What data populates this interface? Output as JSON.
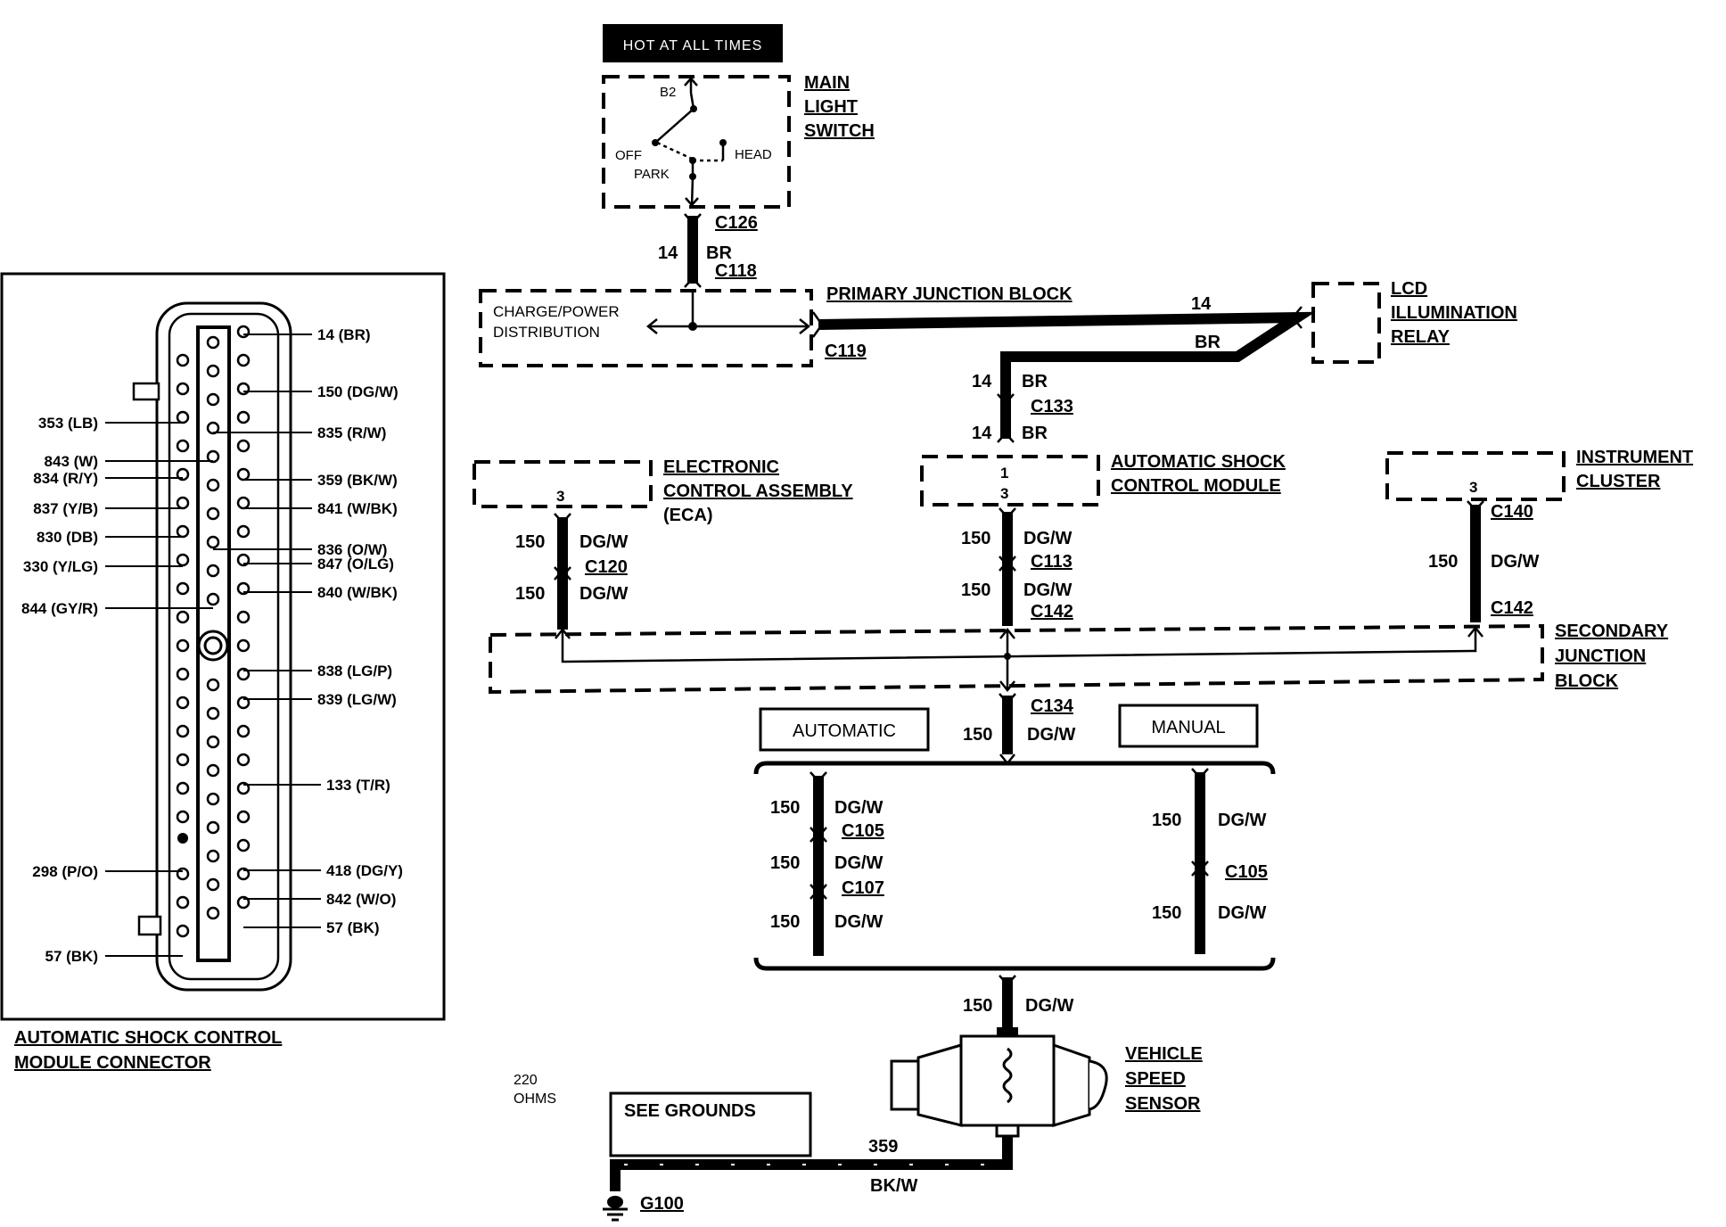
{
  "header": {
    "hot_at_all_times": "HOT AT ALL TIMES"
  },
  "main_light_switch": {
    "title_lines": [
      "MAIN",
      "LIGHT",
      "SWITCH"
    ],
    "positions": [
      "B2",
      "OFF",
      "PARK",
      "HEAD"
    ]
  },
  "connectors": {
    "c126": "C126",
    "c118": "C118",
    "c119": "C119",
    "c133": "C133",
    "c120": "C120",
    "c113": "C113",
    "c142a": "C142",
    "c140": "C140",
    "c142b": "C142",
    "c134": "C134",
    "c105a": "C105",
    "c107": "C107",
    "c105b": "C105"
  },
  "primary_junction_block": {
    "title": "PRIMARY JUNCTION BLOCK",
    "inner_lines": [
      "CHARGE/POWER",
      "DISTRIBUTION"
    ]
  },
  "lcd_relay": {
    "title_lines": [
      "LCD",
      "ILLUMINATION",
      "RELAY"
    ]
  },
  "eca": {
    "title_lines": [
      "ELECTRONIC",
      "CONTROL ASSEMBLY",
      "(ECA)"
    ],
    "pin": "3"
  },
  "ascm": {
    "title_lines": [
      "AUTOMATIC SHOCK",
      "CONTROL MODULE"
    ],
    "pins": [
      "1",
      "3"
    ]
  },
  "instrument_cluster": {
    "title_lines": [
      "INSTRUMENT",
      "CLUSTER"
    ],
    "pin": "3"
  },
  "secondary_junction_block": {
    "title_lines": [
      "SECONDARY",
      "JUNCTION",
      "BLOCK"
    ]
  },
  "wires": {
    "n14": "14",
    "br": "BR",
    "n150": "150",
    "dgw": "DG/W",
    "n359": "359",
    "bkw": "BK/W"
  },
  "options": {
    "automatic": "AUTOMATIC",
    "manual": "MANUAL"
  },
  "vss": {
    "title_lines": [
      "VEHICLE",
      "SPEED",
      "SENSOR"
    ],
    "resistance_lines": [
      "220",
      "OHMS"
    ]
  },
  "grounds": {
    "see_grounds": "SEE GROUNDS",
    "g100": "G100"
  },
  "module_connector": {
    "caption_lines": [
      "AUTOMATIC SHOCK CONTROL",
      "MODULE CONNECTOR"
    ],
    "left_pins": [
      "353 (LB)",
      "843 (W)",
      "834 (R/Y)",
      "837 (Y/B)",
      "830 (DB)",
      "330 (Y/LG)",
      "844 (GY/R)",
      "298 (P/O)",
      "57 (BK)"
    ],
    "right_pins": [
      "14 (BR)",
      "150 (DG/W)",
      "835 (R/W)",
      "359 (BK/W)",
      "841 (W/BK)",
      "836 (O/W)",
      "847 (O/LG)",
      "840 (W/BK)",
      "838 (LG/P)",
      "839 (LG/W)",
      "133 (T/R)",
      "418 (DG/Y)",
      "842 (W/O)",
      "57 (BK)"
    ]
  }
}
